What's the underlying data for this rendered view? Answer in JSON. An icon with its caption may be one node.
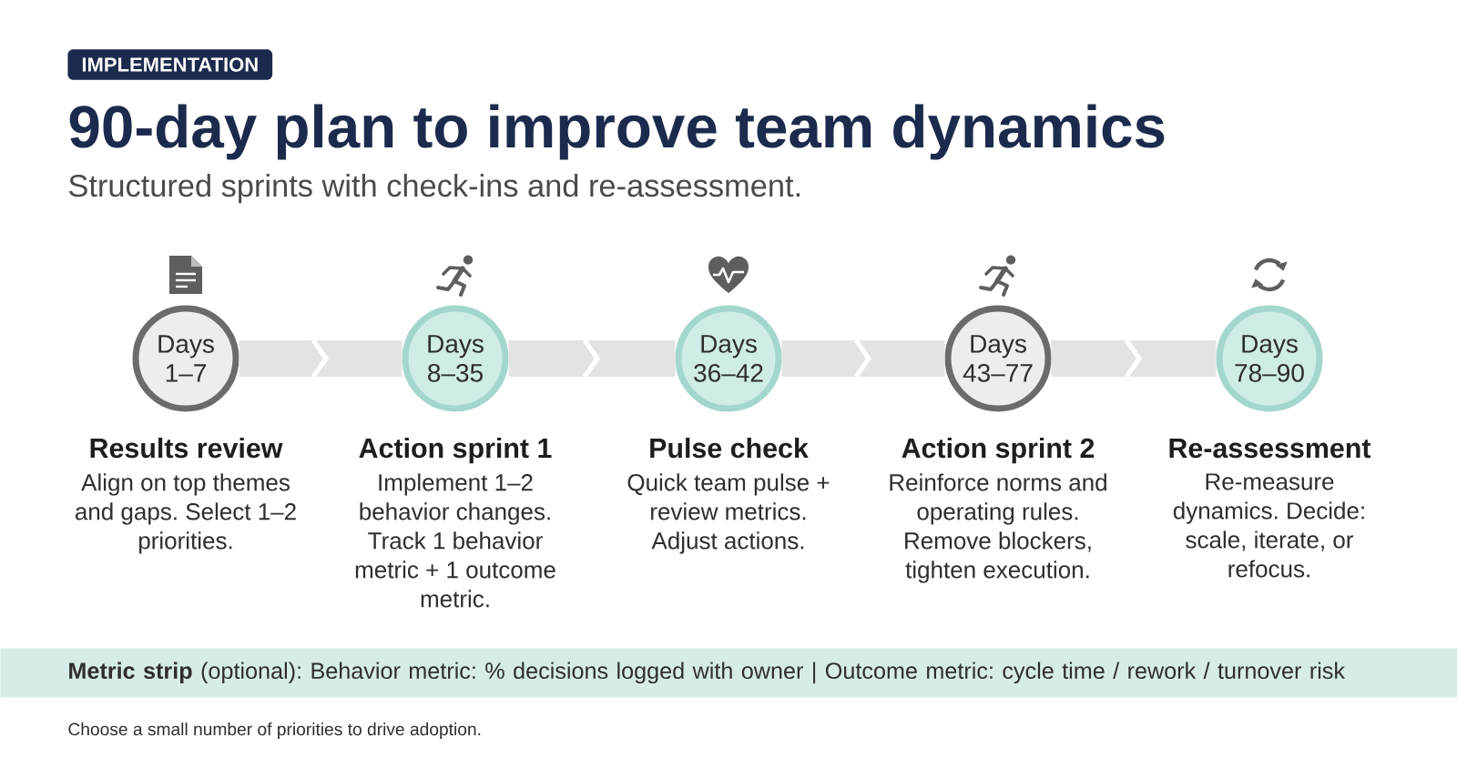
{
  "diagram": {
    "title": "90-day plan to improve team dynamics",
    "caption": "Choose a small number of priorities to drive adoption.",
    "nodes": [
      {
        "text": [
          "IMPLEMENTATION"
        ]
      },
      {
        "text": [
          "Days 1–7"
        ],
        "beside": [
          "Results review",
          "Align on top themes and gaps. Select 1–2 priorities."
        ]
      },
      {
        "text": [
          "Days 8–35"
        ],
        "beside": [
          "Action sprint 1",
          "Implement 1–2 behavior changes. Track 1 behavior metric + 1 outcome metric."
        ]
      },
      {
        "text": [
          "Days 36–42"
        ],
        "beside": [
          "Pulse check",
          "Quick team pulse + review metrics. Adjust actions."
        ]
      },
      {
        "text": [
          "Days 43–77"
        ],
        "beside": [
          "Action sprint 2",
          "Reinforce norms and operating rules. Remove blockers, tighten execution."
        ]
      },
      {
        "text": [
          "Days 78–90"
        ],
        "beside": [
          "Re-assessment",
          "Re-measure dynamics. Decide: scale, iterate, or refocus."
        ]
      },
      {
        "text": [
          "**Metric strip** (optional): Behavior metric: % decisions logged with owner | Outcome metric: cycle time / rework / turnover risk"
        ]
      }
    ],
    "edges": [
      {
        "from": 1,
        "to": 2,
        "arrow": "to"
      },
      {
        "from": 2,
        "to": 3,
        "arrow": "to"
      },
      {
        "from": 3,
        "to": 4,
        "arrow": "to"
      },
      {
        "from": 4,
        "to": 5,
        "arrow": "to"
      }
    ],
    "labels": [
      "Structured sprints with check-ins and re-assessment."
    ]
  }
}
